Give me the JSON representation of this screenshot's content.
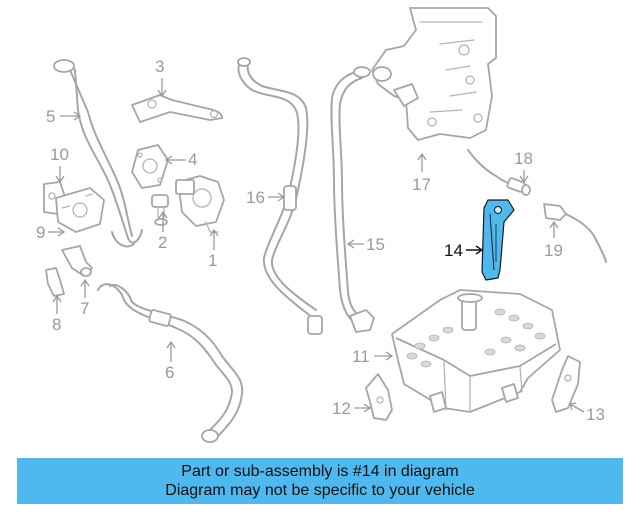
{
  "callouts": {
    "c1": "1",
    "c2": "2",
    "c3": "3",
    "c4": "4",
    "c5": "5",
    "c6": "6",
    "c7": "7",
    "c8": "8",
    "c9": "9",
    "c10": "10",
    "c11": "11",
    "c12": "12",
    "c13": "13",
    "c14": "14",
    "c15": "15",
    "c16": "16",
    "c17": "17",
    "c18": "18",
    "c19": "19"
  },
  "highlight": {
    "part": "14",
    "color": "#4fb8ee"
  },
  "banner": {
    "line1": "Part or sub-assembly is #14 in diagram",
    "line2": "Diagram may not be specific to your vehicle",
    "background": "#4fb8ee"
  }
}
